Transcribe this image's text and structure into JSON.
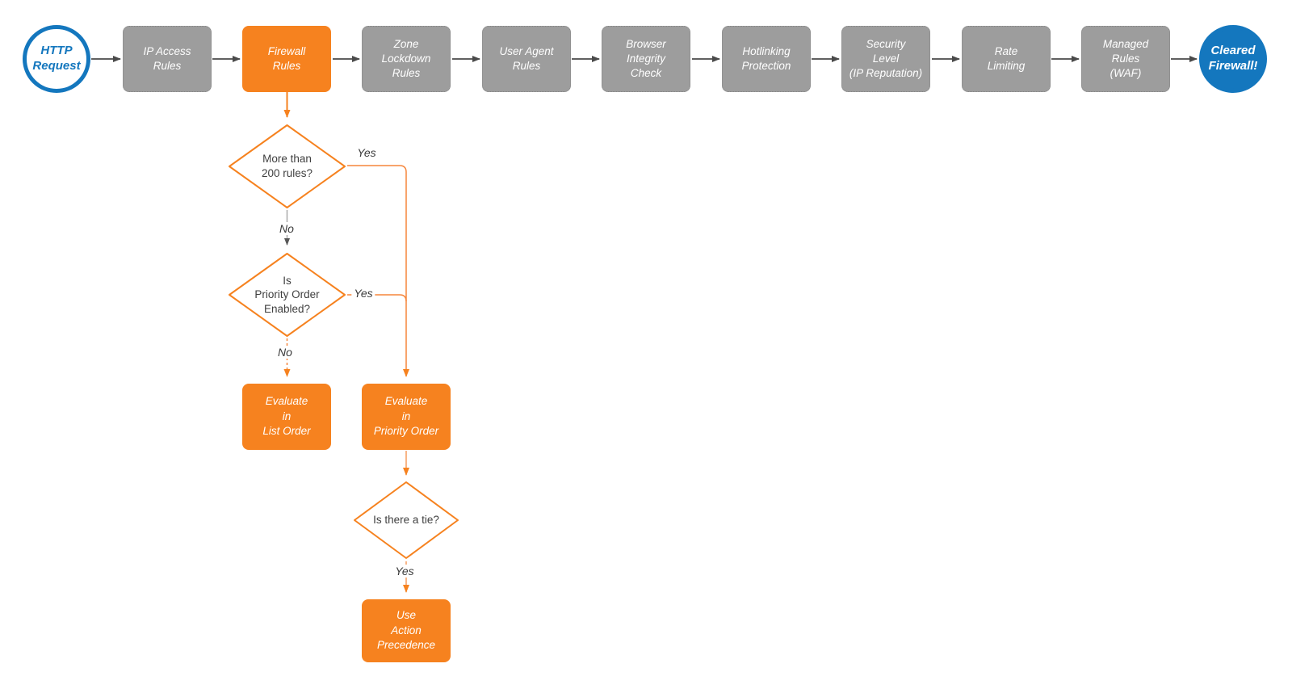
{
  "palette": {
    "orange": "#F6821F",
    "orange_line": "#F6863C",
    "gray_box": "#9D9D9D",
    "blue": "#1477BE",
    "arrow_dark": "#4A4A4A",
    "text_dark": "#3f3f3f"
  },
  "flowchart": {
    "start": {
      "shape": "circle",
      "label": "HTTP\nRequest"
    },
    "pipeline": [
      {
        "label": "IP Access\nRules",
        "highlight": false
      },
      {
        "label": "Firewall\nRules",
        "highlight": true
      },
      {
        "label": "Zone\nLockdown\nRules",
        "highlight": false
      },
      {
        "label": "User Agent\nRules",
        "highlight": false
      },
      {
        "label": "Browser\nIntegrity\nCheck",
        "highlight": false
      },
      {
        "label": "Hotlinking\nProtection",
        "highlight": false
      },
      {
        "label": "Security\nLevel\n(IP Reputation)",
        "highlight": false
      },
      {
        "label": "Rate\nLimiting",
        "highlight": false
      },
      {
        "label": "Managed\nRules\n(WAF)",
        "highlight": false
      }
    ],
    "end": {
      "shape": "circle",
      "label": "Cleared\nFirewall!"
    },
    "decisions": [
      {
        "label": "More than\n200 rules?"
      },
      {
        "label": "Is\nPriority Order\nEnabled?"
      },
      {
        "label": "Is there a tie?"
      }
    ],
    "actions": [
      {
        "label": "Evaluate\nin\nList Order"
      },
      {
        "label": "Evaluate\nin\nPriority Order"
      },
      {
        "label": "Use\nAction\nPrecedence"
      }
    ],
    "edge_labels": {
      "d1_yes": "Yes",
      "d1_no": "No",
      "d2_yes": "Yes",
      "d2_no": "No",
      "d3_yes": "Yes"
    }
  }
}
